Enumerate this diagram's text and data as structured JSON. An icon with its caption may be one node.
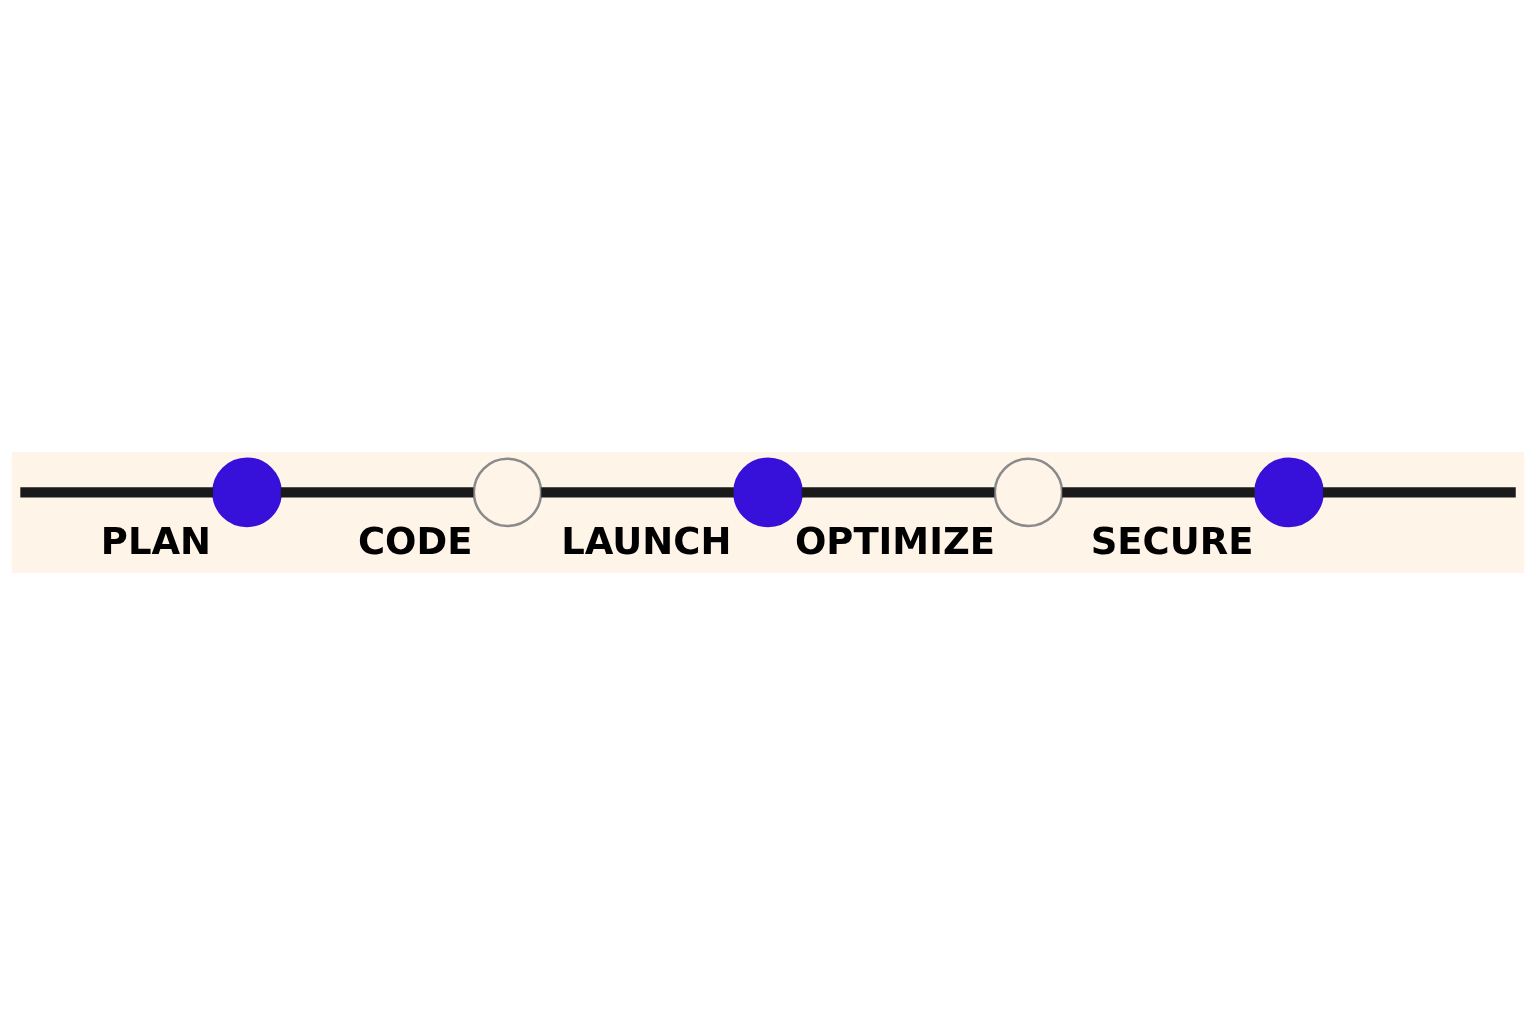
{
  "diagram": {
    "nodes": [
      {
        "text": [],
        "shape": "circle",
        "beside": [
          "PLAN"
        ]
      },
      {
        "text": [],
        "shape": "circle",
        "beside": [
          "CODE"
        ]
      },
      {
        "text": [],
        "shape": "circle",
        "beside": [
          "LAUNCH"
        ]
      },
      {
        "text": [],
        "shape": "circle",
        "beside": [
          "OPTIMIZE"
        ]
      },
      {
        "text": [],
        "shape": "circle",
        "beside": [
          "SECURE"
        ]
      }
    ],
    "edges": [
      {
        "from": null,
        "to": 0,
        "arrow": "none"
      },
      {
        "from": 0,
        "to": 1,
        "arrow": "none"
      },
      {
        "from": 1,
        "to": 2,
        "arrow": "none"
      },
      {
        "from": 2,
        "to": 3,
        "arrow": "none"
      },
      {
        "from": 3,
        "to": 4,
        "arrow": "none"
      },
      {
        "from": 4,
        "to": null,
        "arrow": "none"
      }
    ]
  }
}
